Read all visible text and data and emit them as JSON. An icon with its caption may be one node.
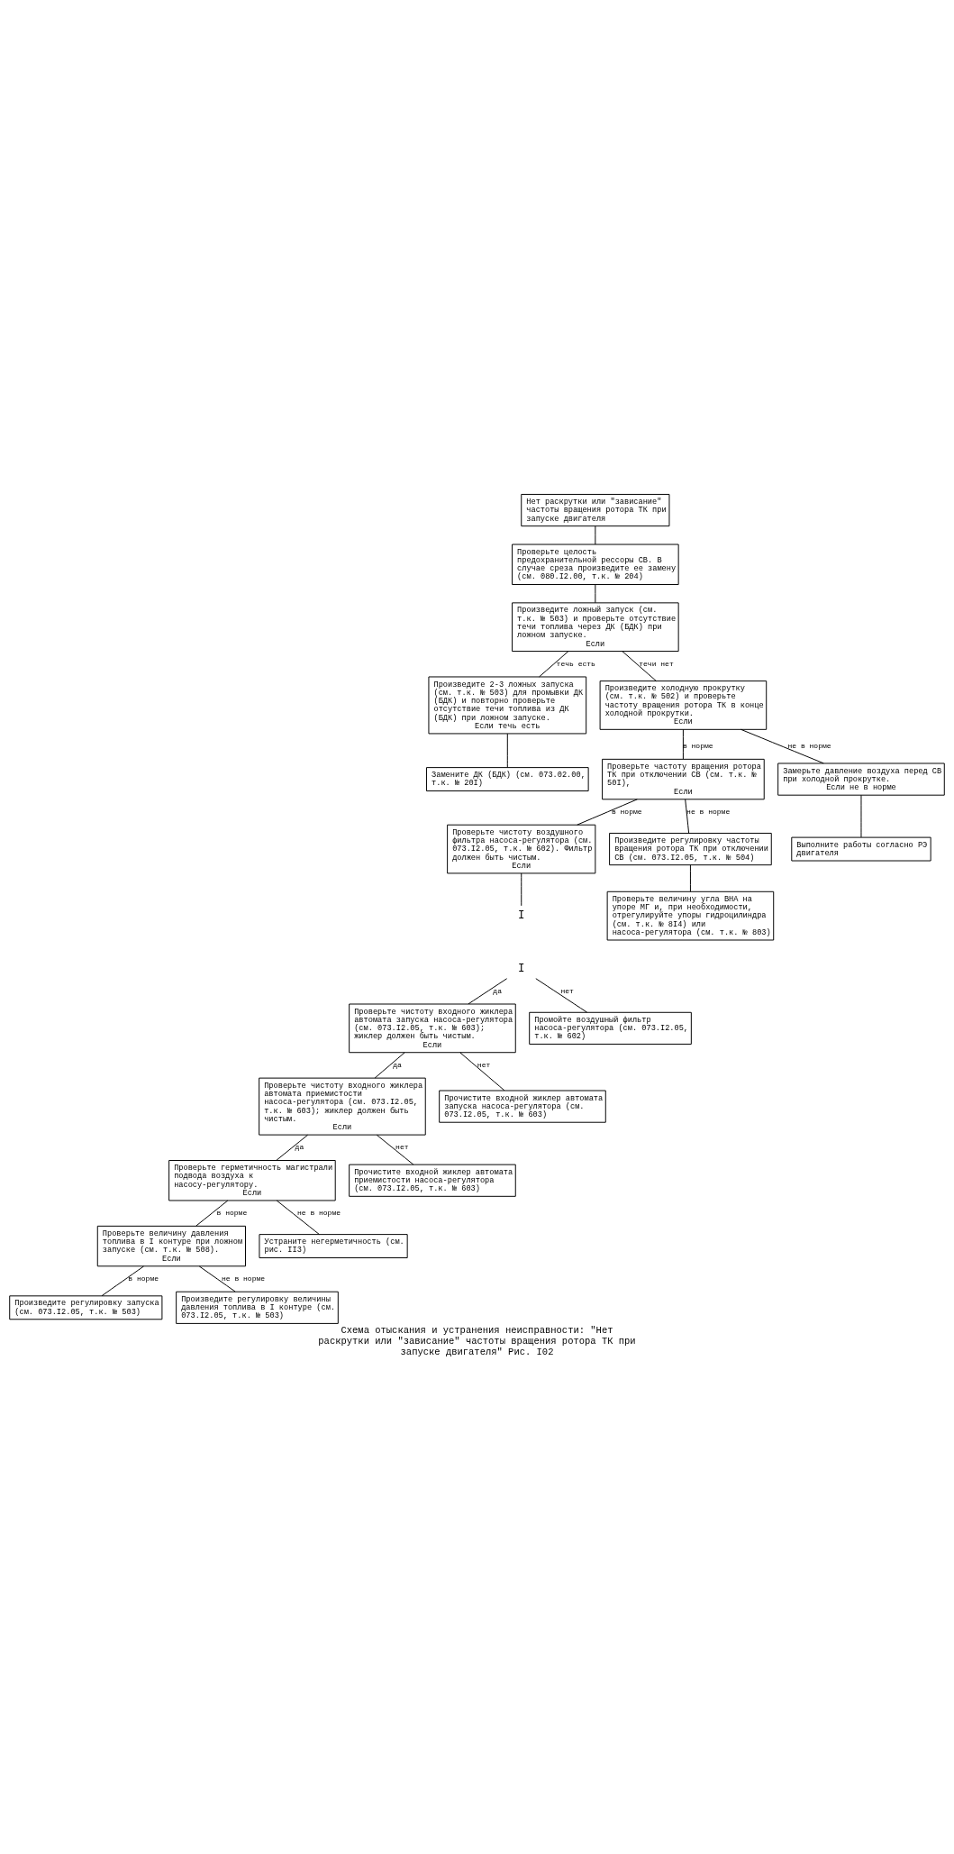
{
  "diagram": {
    "caption": "Схема отыскания и устранения неисправности: \"Нет раскрутки или \"зависание\" частоты вращения ротора ТК при запуске двигателя\" Рис. I02",
    "nodes": [
      {
        "text": [
          "Нет раскрутки или \"зависание\" частоты вращения ротора ТК при запуске двигателя"
        ]
      },
      {
        "text": [
          "Проверьте целость предохранительной рессоры СВ. В случае среза произведите ее замену (см. 080.I2.00, т.к. № 204)"
        ]
      },
      {
        "text": [
          "Произведите ложный запуск (см. т.к. № 503) и проверьте отсутствие течи топлива через ДК (БДК) при ложном запуске.",
          "Если"
        ]
      },
      {
        "text": [
          "Произведите 2-3 ложных запуска (см. т.к. № 503) для промывки ДК (БДК) и повторно проверьте отсутствие течи топлива из ДК (БДК) при ложном запуске.",
          "Если течь есть"
        ]
      },
      {
        "text": [
          "Произведите холодную прокрутку (см. т.к. № 502) и проверьте частоту вращения ротора ТК в конце холодной прокрутки.",
          "Если"
        ]
      },
      {
        "text": [
          "Замените ДК (БДК) (см. 073.02.00, т.к. № 20I)"
        ]
      },
      {
        "text": [
          "Проверьте частоту вращения ротора ТК при отключении СВ (см. т.к. № 50I),",
          "Если"
        ]
      },
      {
        "text": [
          "Замерьте давление воздуха перед СВ при холодной прокрутке.",
          "Если не в норме"
        ]
      },
      {
        "text": [
          "Проверьте чистоту воздушного фильтра насоса-регулятора (см. 073.I2.05, т.к. № 602). Фильтр должен быть чистым.",
          "Если"
        ]
      },
      {
        "text": [
          "Произведите регулировку частоты вращения ротора ТК при отключении СВ (см. 073.I2.05, т.к. № 504)"
        ]
      },
      {
        "text": [
          "Выполните работы согласно РЭ двигателя"
        ]
      },
      {
        "text": [
          "I"
        ]
      },
      {
        "text": [
          "Проверьте величину угла ВНА на упоре МГ и, при необходимости, отрегулируйте упоры гидроцилиндра (см. т.к. № 8I4) или насоса-регулятора (см. т.к. № 803)"
        ]
      },
      {
        "text": [
          "I"
        ]
      },
      {
        "text": [
          "Проверьте чистоту входного жиклера автомата запуска насоса-регулятора (см. 073.I2.05, т.к. № 603); жиклер должен быть чистым.",
          "Если"
        ]
      },
      {
        "text": [
          "Промойте воздушный фильтр насоса-регулятора (см. 073.I2.05, т.к. № 602)"
        ]
      },
      {
        "text": [
          "Проверьте чистоту входного жиклера автомата приемистости насоса-регулятора (см. 073.I2.05, т.к. № 603); жиклер должен быть чистым.",
          "Если"
        ]
      },
      {
        "text": [
          "Прочистите входной жиклер автомата запуска насоса-регулятора (см. 073.I2.05, т.к. № 603)"
        ]
      },
      {
        "text": [
          "Проверьте герметичность магистрали подвода воздуха к насосу-регулятору.",
          "Если"
        ]
      },
      {
        "text": [
          "Прочистите входной жиклер автомата приемистости насоса-регулятора (см. 073.I2.05, т.к. № 603)"
        ]
      },
      {
        "text": [
          "Проверьте величину давления топлива в I контуре при ложном запуске (см. т.к. № 508).",
          "Если"
        ]
      },
      {
        "text": [
          "Устраните негерметичность (см. рис. II3)"
        ]
      },
      {
        "text": [
          "Произведите регулировку запуска (см. 073.I2.05, т.к. № 503)"
        ]
      },
      {
        "text": [
          "Произведите регулировку величины давления топлива в I контуре (см. 073.I2.05, т.к. № 503)"
        ]
      }
    ],
    "edges": [
      {
        "from": 0,
        "to": 1,
        "arrow": "none"
      },
      {
        "from": 1,
        "to": 2,
        "arrow": "none"
      },
      {
        "from": 2,
        "to": 3,
        "arrow": "none",
        "label": "течь есть"
      },
      {
        "from": 2,
        "to": 4,
        "arrow": "none",
        "label": "течи нет"
      },
      {
        "from": 3,
        "to": 5,
        "arrow": "none"
      },
      {
        "from": 4,
        "to": 6,
        "arrow": "none",
        "label": "в норме"
      },
      {
        "from": 4,
        "to": 7,
        "arrow": "none",
        "label": "не в норме"
      },
      {
        "from": 6,
        "to": 8,
        "arrow": "none",
        "label": "в норме"
      },
      {
        "from": 6,
        "to": 9,
        "arrow": "none",
        "label": "не в норме"
      },
      {
        "from": 7,
        "to": 10,
        "arrow": "none"
      },
      {
        "from": 9,
        "to": 12,
        "arrow": "none"
      },
      {
        "from": 8,
        "to": 11,
        "arrow": "none"
      },
      {
        "from": 13,
        "to": 14,
        "arrow": "none",
        "label": "да"
      },
      {
        "from": 13,
        "to": 15,
        "arrow": "none",
        "label": "нет"
      },
      {
        "from": 14,
        "to": 16,
        "arrow": "none",
        "label": "да"
      },
      {
        "from": 14,
        "to": 17,
        "arrow": "none",
        "label": "нет"
      },
      {
        "from": 16,
        "to": 18,
        "arrow": "none",
        "label": "да"
      },
      {
        "from": 16,
        "to": 19,
        "arrow": "none",
        "label": "нет"
      },
      {
        "from": 18,
        "to": 20,
        "arrow": "none",
        "label": "в норме"
      },
      {
        "from": 18,
        "to": 21,
        "arrow": "none",
        "label": "не в норме"
      },
      {
        "from": 20,
        "to": 22,
        "arrow": "none",
        "label": "в норме"
      },
      {
        "from": 20,
        "to": 23,
        "arrow": "none",
        "label": "не в норме"
      }
    ]
  }
}
